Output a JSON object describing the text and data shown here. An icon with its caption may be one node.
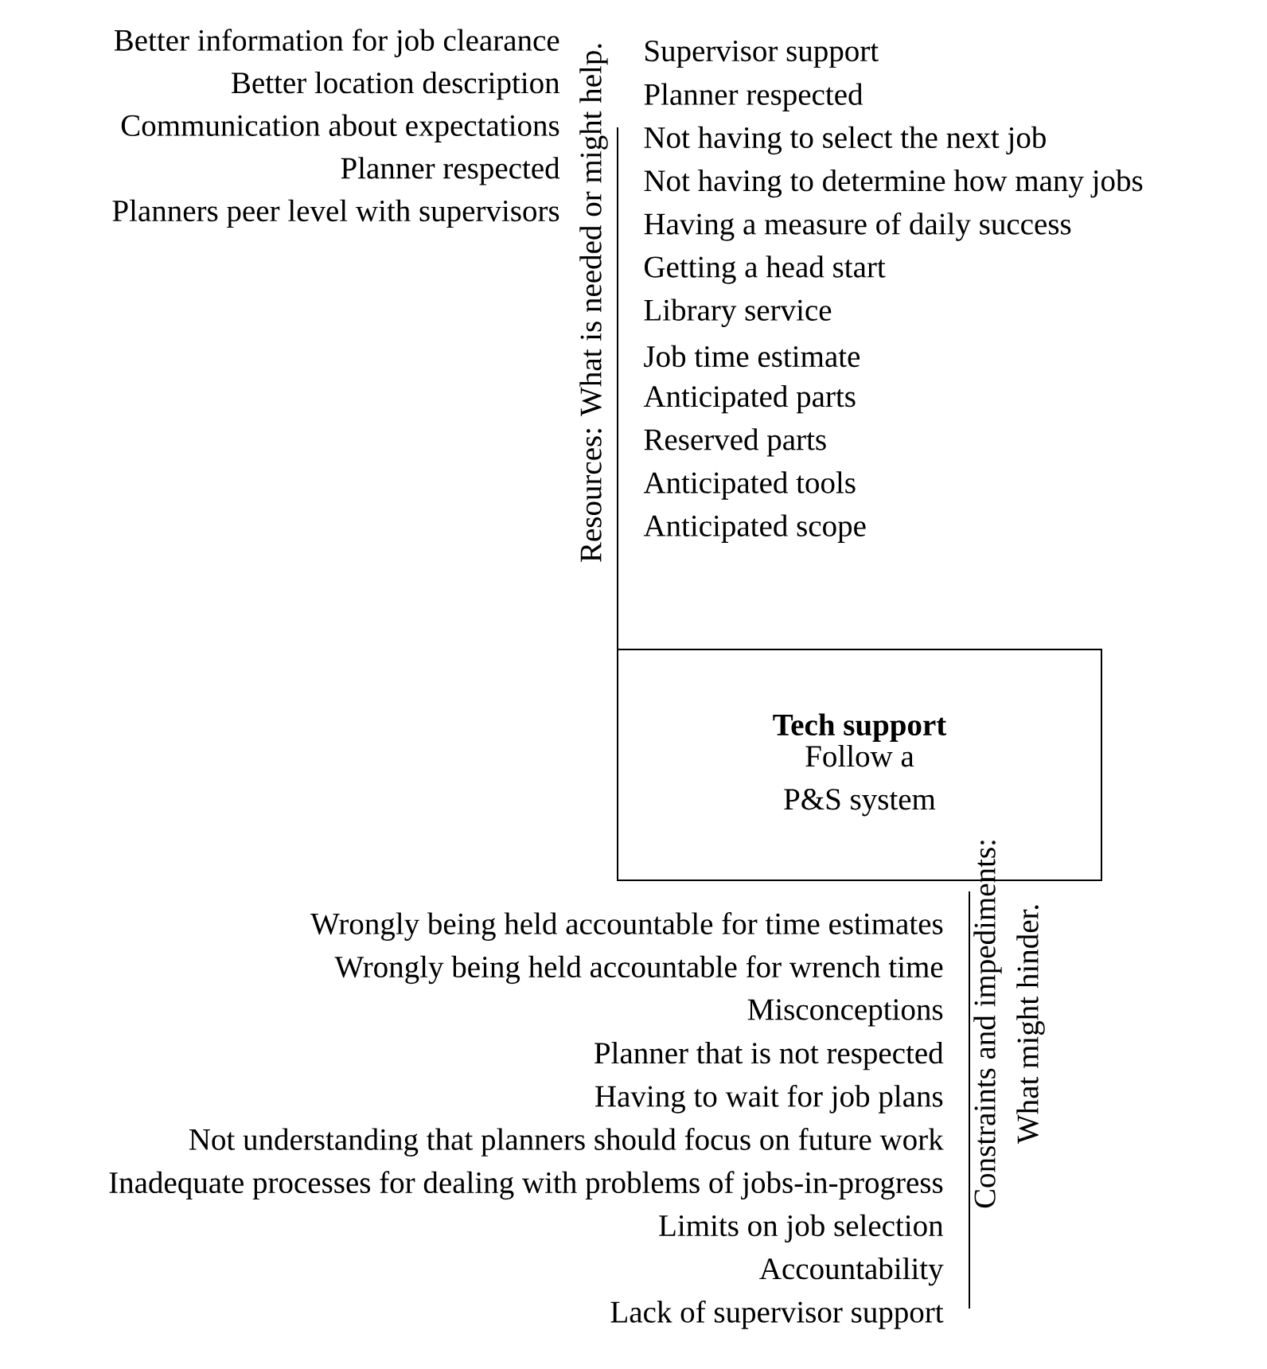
{
  "diagram": {
    "nodes": [
      {
        "text": [
          "Tech support",
          "Follow a P&S system"
        ]
      }
    ],
    "labels": [
      "Resources:  What is needed or might help.",
      "Better information for job clearance",
      "Better location description",
      "Communication about expectations",
      "Planner respected",
      "Planners peer level with supervisors",
      "Supervisor support",
      "Planner respected",
      "Not having to select the next job",
      "Not having to determine how many jobs",
      "Having a measure of daily success",
      "Getting a head start",
      "Library service",
      "Job time estimate",
      "Anticipated parts",
      "Reserved parts",
      "Anticipated tools",
      "Anticipated scope",
      "Constraints and impediments: What might hinder.",
      "Wrongly being held accountable for time estimates",
      "Wrongly being held accountable for wrench time",
      "Misconceptions",
      "Planner that is not respected",
      "Having to wait for job plans",
      "Not understanding that planners should focus on future work",
      "Inadequate processes for dealing with problems of jobs-in-progress",
      "Limits on job selection",
      "Accountability",
      "Lack of supervisor support"
    ]
  }
}
